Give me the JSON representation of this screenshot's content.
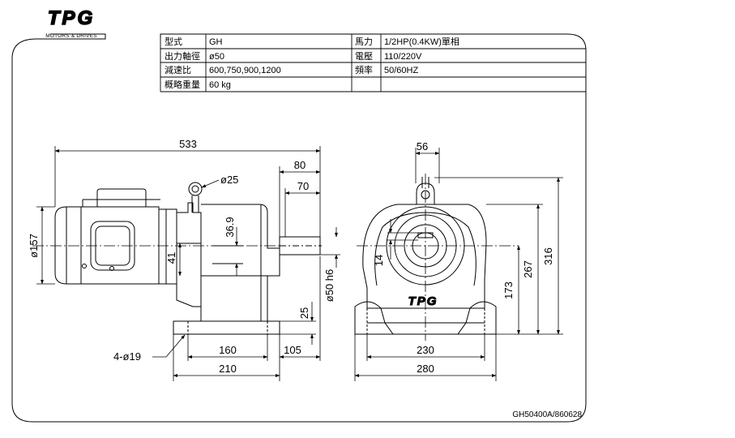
{
  "brand": {
    "logo_text": "TPG",
    "tagline": "MOTORS & DRIVES"
  },
  "spec_table": {
    "rows": [
      [
        "型式",
        "GH",
        "馬力",
        "1/2HP(0.4KW)單相"
      ],
      [
        "出力軸徑",
        "ø50",
        "電壓",
        "110/220V"
      ],
      [
        "減速比",
        "600,750,900,1200",
        "頻率",
        "50/60HZ"
      ],
      [
        "概略重量",
        "60 kg",
        "",
        ""
      ]
    ]
  },
  "side_view": {
    "dimensions": {
      "overall_length": "533",
      "shaft_80": "80",
      "shaft_70": "70",
      "eyebolt": "ø25",
      "motor_dia": "ø157",
      "center_offset": "36.9",
      "height_41": "41",
      "shaft_dia": "ø50 h6",
      "foot_25": "25",
      "bolt_holes": "4-ø19",
      "foot_160": "160",
      "foot_105": "105",
      "foot_210": "210"
    }
  },
  "front_view": {
    "dimensions": {
      "width_56": "56",
      "key_14": "14",
      "height_173": "173",
      "height_267": "267",
      "height_316": "316",
      "base_230": "230",
      "base_280": "280"
    }
  },
  "drawing_number": "GH50400A/860628"
}
